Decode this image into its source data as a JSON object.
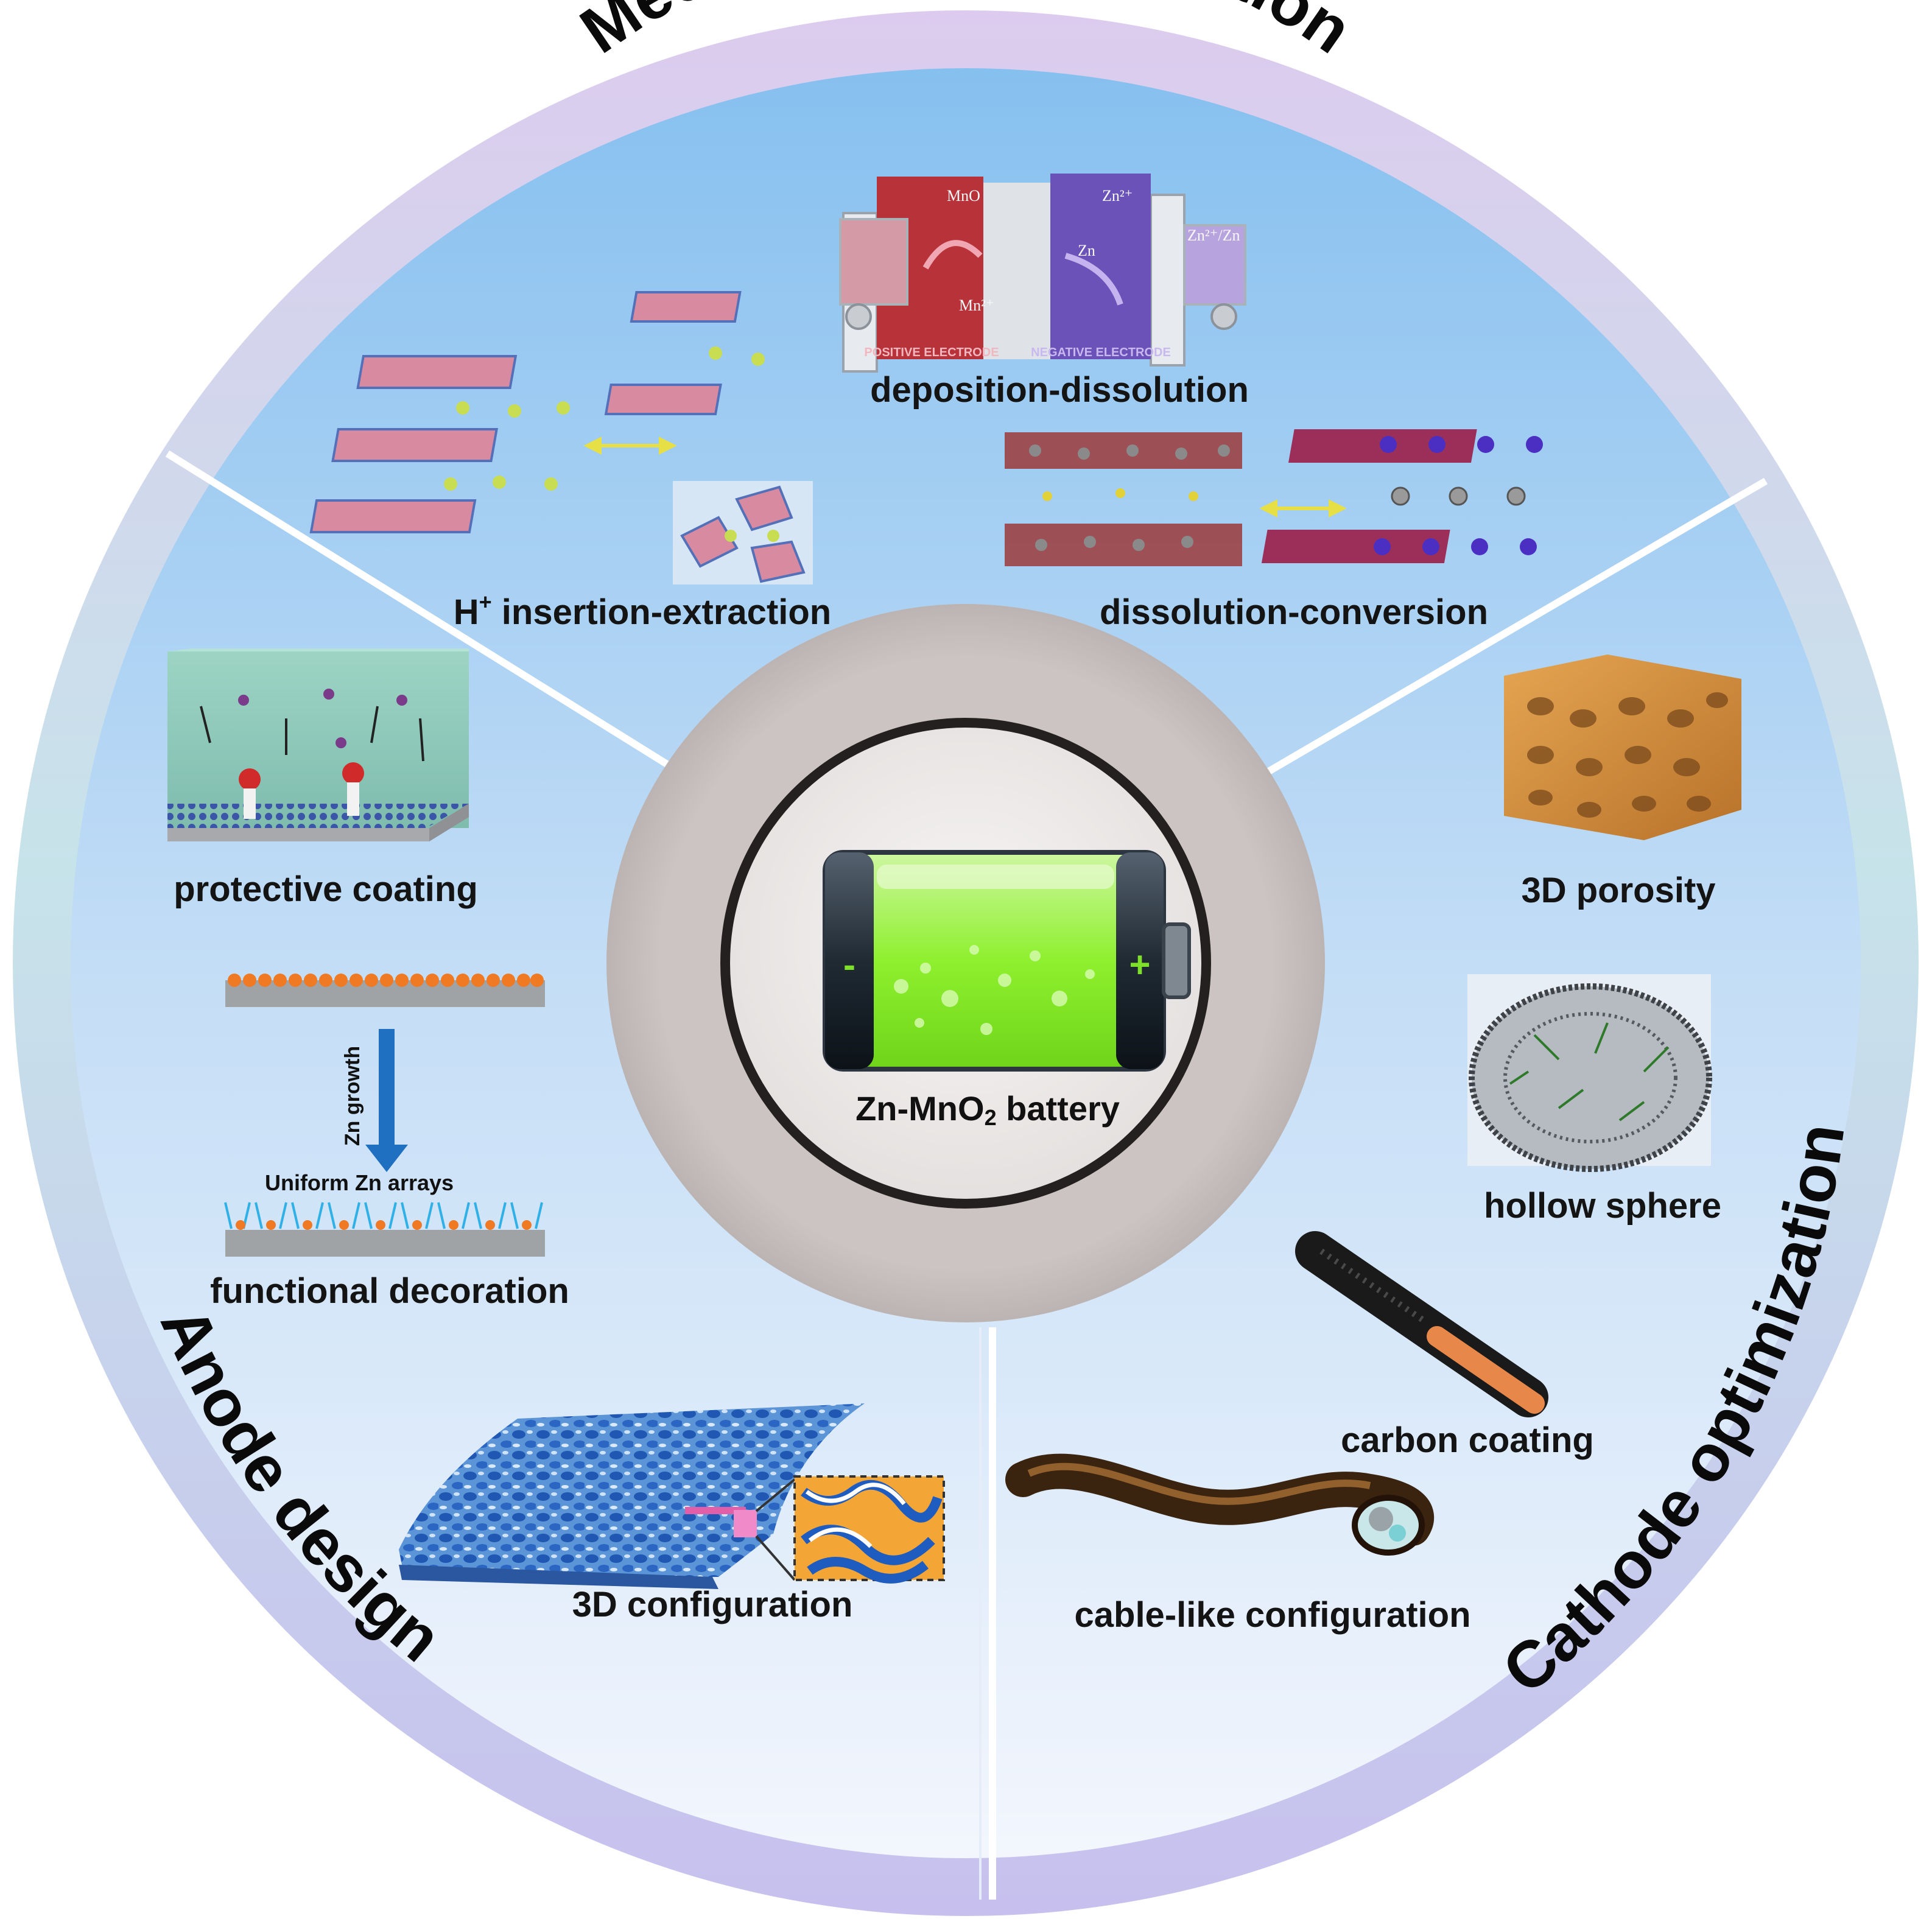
{
  "center": {
    "label_prefix": "Zn-MnO",
    "label_sub": "2",
    "label_suffix": " battery",
    "minus_sign": "-",
    "plus_sign": "+"
  },
  "sections": {
    "mechanism": {
      "title": "Mechanism investigation",
      "items": {
        "h_insertion_prefix": "H",
        "h_insertion_sup": "+",
        "h_insertion_rest": " insertion-extraction",
        "deposition": "deposition-dissolution",
        "dissolution": "dissolution-conversion",
        "mno2_tag": "MnO",
        "zn_tag": "Zn",
        "zn2_tag": "Zn²⁺",
        "mn2_tag": "Mn²⁺",
        "zn_pair_tag": "Zn²⁺/Zn",
        "positive_electrode": "POSITIVE ELECTRODE",
        "negative_electrode": "NEGATIVE ELECTRODE"
      }
    },
    "anode": {
      "title": "Anode design",
      "items": {
        "protective": "protective coating",
        "functional": "functional decoration",
        "zn_growth": "Zn growth",
        "uniform_arrays": "Uniform Zn arrays",
        "config3d": "3D configuration"
      }
    },
    "cathode": {
      "title": "Cathode optimization",
      "items": {
        "porosity": "3D porosity",
        "hollow": "hollow sphere",
        "carbon": "carbon coating",
        "cable": "cable-like configuration"
      }
    }
  },
  "colors": {
    "ring_mechanism": "#d9c8ea",
    "ring_anode": "#c9c2ec",
    "ring_cathode": "#bfe0e4",
    "disc_top": "#8fc6f0",
    "disc_bottom": "#f2f6fd",
    "hub": "#c9c2c1",
    "battery_green": "#9cf23a",
    "arrow_yellow": "#e6e046",
    "divider": "#ffffff"
  }
}
